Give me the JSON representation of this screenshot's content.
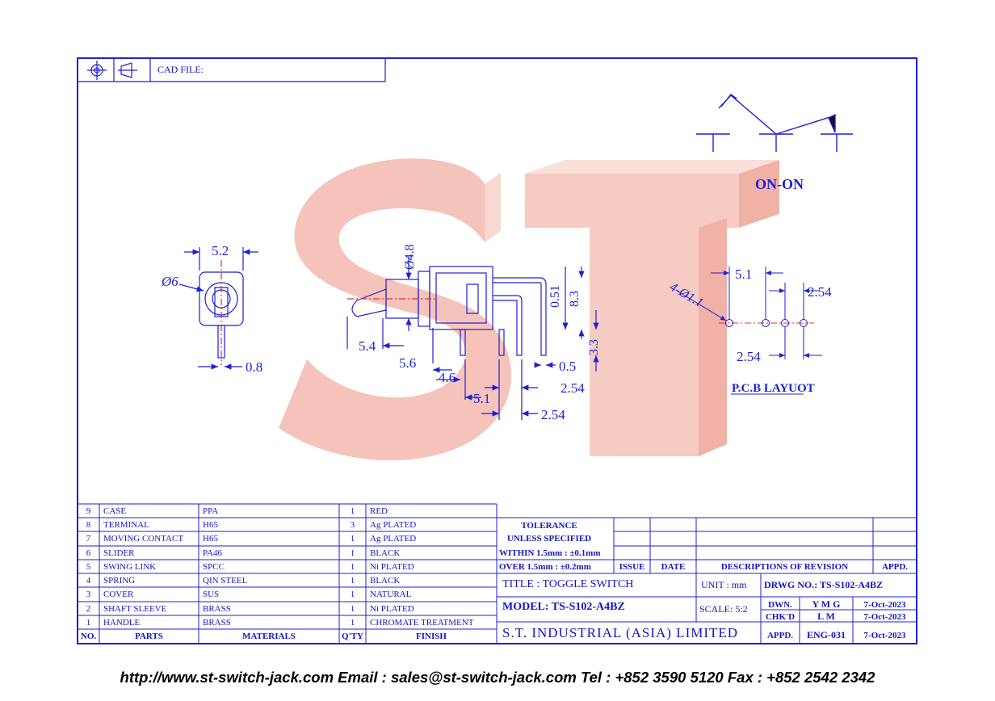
{
  "header": {
    "cad_file_label": "CAD FILE:"
  },
  "watermark": {
    "text": "ST",
    "color": "#f2b3a8"
  },
  "circuit": {
    "label": "ON-ON"
  },
  "pcb": {
    "title": "P.C.B LAYUOT",
    "holes_label": "4-Ø1.1",
    "dim_a": "5.1",
    "dim_b": "2.54",
    "dim_c": "2.54"
  },
  "front_view": {
    "width": "5.2",
    "dia": "Ø6",
    "pin": "0.8"
  },
  "side_view": {
    "d48": "Ø4.8",
    "h051": "0.51",
    "h83": "8.3",
    "h33": "3.3",
    "l54": "5.4",
    "l56": "5.6",
    "l46": "4.6",
    "t05": "0.5",
    "p254a": "2.54",
    "p51": "5.1",
    "p254b": "2.54"
  },
  "parts": [
    {
      "no": "9",
      "part": "CASE",
      "material": "PPA",
      "qty": "1",
      "finish": "RED"
    },
    {
      "no": "8",
      "part": "TERMINAL",
      "material": "H65",
      "qty": "3",
      "finish": "Ag PLATED"
    },
    {
      "no": "7",
      "part": "MOVING CONTACT",
      "material": "H65",
      "qty": "1",
      "finish": "Ag PLATED"
    },
    {
      "no": "6",
      "part": "SLIDER",
      "material": "PA46",
      "qty": "1",
      "finish": "BLACK"
    },
    {
      "no": "5",
      "part": "SWING LINK",
      "material": "SPCC",
      "qty": "1",
      "finish": "Ni PLATED"
    },
    {
      "no": "4",
      "part": "SPRING",
      "material": "QIN STEEL",
      "qty": "1",
      "finish": "BLACK"
    },
    {
      "no": "3",
      "part": "COVER",
      "material": "SUS",
      "qty": "1",
      "finish": "NATURAL"
    },
    {
      "no": "2",
      "part": "SHAFT SLEEVE",
      "material": "BRASS",
      "qty": "1",
      "finish": "Ni PLATED"
    },
    {
      "no": "1",
      "part": "HANDLE",
      "material": "BRASS",
      "qty": "1",
      "finish": "CHROMATE TREATMENT"
    }
  ],
  "parts_header": {
    "no": "NO.",
    "part": "PARTS",
    "material": "MATERIALS",
    "qty": "Q'TY",
    "finish": "FINISH"
  },
  "tolerance": {
    "line1": "TOLERANCE",
    "line2": "UNLESS   SPECIFIED",
    "line3": "WITHIN  1.5mm : ±0.1mm",
    "line4": "OVER    1.5mm : ±0.2mm"
  },
  "revision": {
    "issue": "ISSUE",
    "date": "DATE",
    "desc": "DESCRIPTIONS  OF  REVISION",
    "appd": "APPD."
  },
  "title_block": {
    "title": "TITLE : TOGGLE SWITCH",
    "unit": "UNIT :   mm",
    "drwg": "DRWG NO.: TS-S102-A4BZ",
    "model": "MODEL: TS-S102-A4BZ",
    "scale": "SCALE:   5:2",
    "company": "S.T.  INDUSTRIAL  (ASIA)  LIMITED",
    "dwn_label": "DWN.",
    "dwn_name": "Y M G",
    "dwn_date": "7-Oct-2023",
    "chk_label": "CHK'D",
    "chk_name": "L M",
    "chk_date": "7-Oct-2023",
    "appd_label": "APPD.",
    "appd_name": "ENG-031",
    "appd_date": "7-Oct-2023"
  },
  "footer": "http://www.st-switch-jack.com  Email : sales@st-switch-jack.com  Tel : +852 3590 5120  Fax : +852 2542 2342"
}
